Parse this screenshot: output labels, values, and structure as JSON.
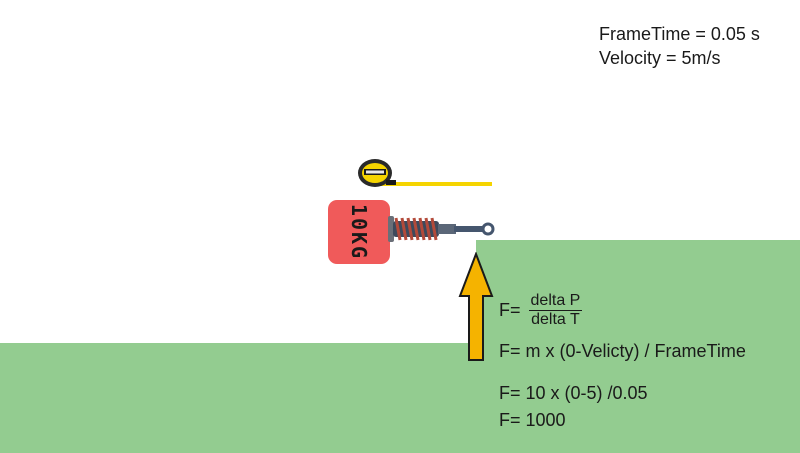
{
  "info": {
    "frame_time": "FrameTime = 0.05 s",
    "velocity": "Velocity = 5m/s"
  },
  "weight": {
    "label": "10KG"
  },
  "formulas": {
    "f1_prefix": "F=",
    "f1_numerator": "delta P",
    "f1_denominator": "delta T",
    "f2": "F= m x (0-Velicty) / FrameTime",
    "f3": "F= 10 x (0-5) /0.05",
    "f4": "F= 1000"
  },
  "colors": {
    "ground": "#93cc90",
    "weight": "#f05a5a",
    "arrow": "#f5b300",
    "tape": "#f5d400",
    "spring": "#b34a3a"
  },
  "icons": {
    "tape_measure": "tape-measure-icon",
    "shock_absorber": "shock-absorber-icon",
    "force_arrow": "up-arrow-icon"
  }
}
